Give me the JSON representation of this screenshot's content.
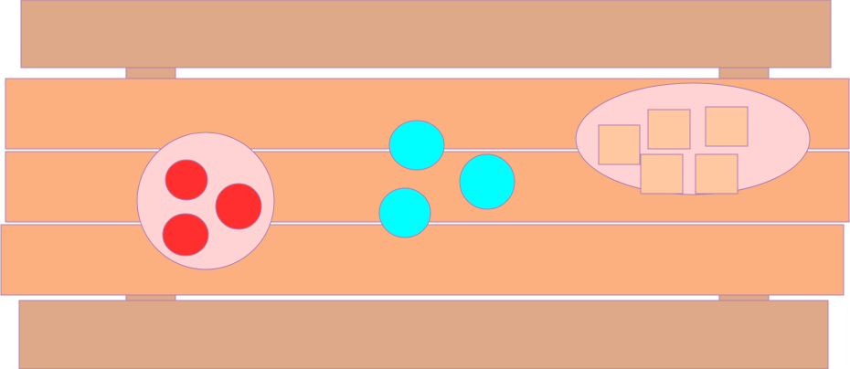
{
  "scene": {
    "colors": {
      "background": "#ffffff",
      "bench": "#dea988",
      "support": "#dea988",
      "table_plank": "#fdb07f",
      "outline": "#b07fb5",
      "plate": "#ffd2d4",
      "red_ball": "#ff2f2f",
      "cyan_ball": "#00ffff",
      "cracker": "#ffc8a0"
    },
    "counts": {
      "red_balls": 3,
      "cyan_balls": 3,
      "square_crackers": 5
    }
  }
}
